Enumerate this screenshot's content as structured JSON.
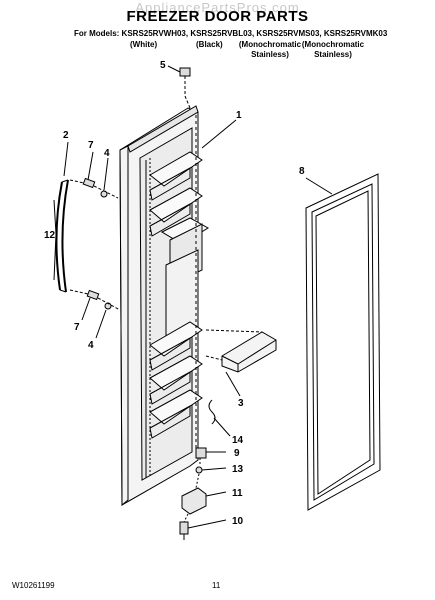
{
  "header": {
    "watermark": "AppliancePartsPros.com",
    "title": "FREEZER DOOR PARTS",
    "models_line": "For Models: KSRS25RVWH03, KSRS25RVBL03, KSRS25RVMS03, KSRS25RVMK03",
    "columns": [
      "(White)",
      "(Black)",
      "(Monochromatic Stainless)",
      "(Monochromatic Stainless)"
    ]
  },
  "callouts": [
    "5",
    "1",
    "2",
    "7",
    "4",
    "8",
    "12",
    "7",
    "4",
    "3",
    "14",
    "9",
    "13",
    "11",
    "10"
  ],
  "footer": {
    "doc_number": "W10261199",
    "page_number": "11"
  }
}
